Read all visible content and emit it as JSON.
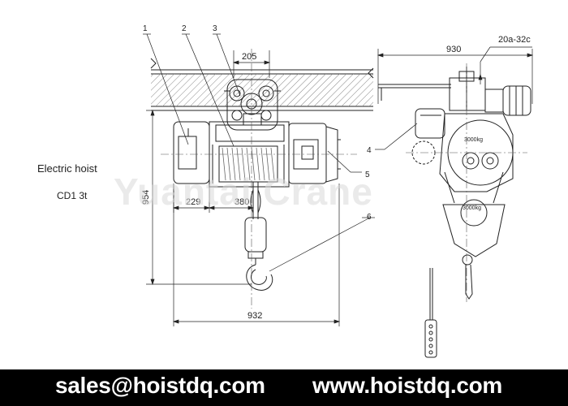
{
  "labels": {
    "title": "Electric hoist",
    "model": "CD1 3t"
  },
  "dimensions": {
    "beam_width": "205",
    "height": "954",
    "left_width": "229",
    "drum_width": "380",
    "total_length": "932",
    "side_width": "930",
    "beam_spec": "20a-32c",
    "load_top": "3000kg",
    "load_bottom": "3000kg"
  },
  "callouts": [
    "1",
    "2",
    "3",
    "4",
    "5",
    "6"
  ],
  "watermark": "Yuantai Crane",
  "footer": {
    "email": "sales@hoistdq.com",
    "website": "www.hoistdq.com"
  },
  "colors": {
    "line": "#222222",
    "footer_bg": "#000000",
    "footer_text": "#ffffff"
  }
}
